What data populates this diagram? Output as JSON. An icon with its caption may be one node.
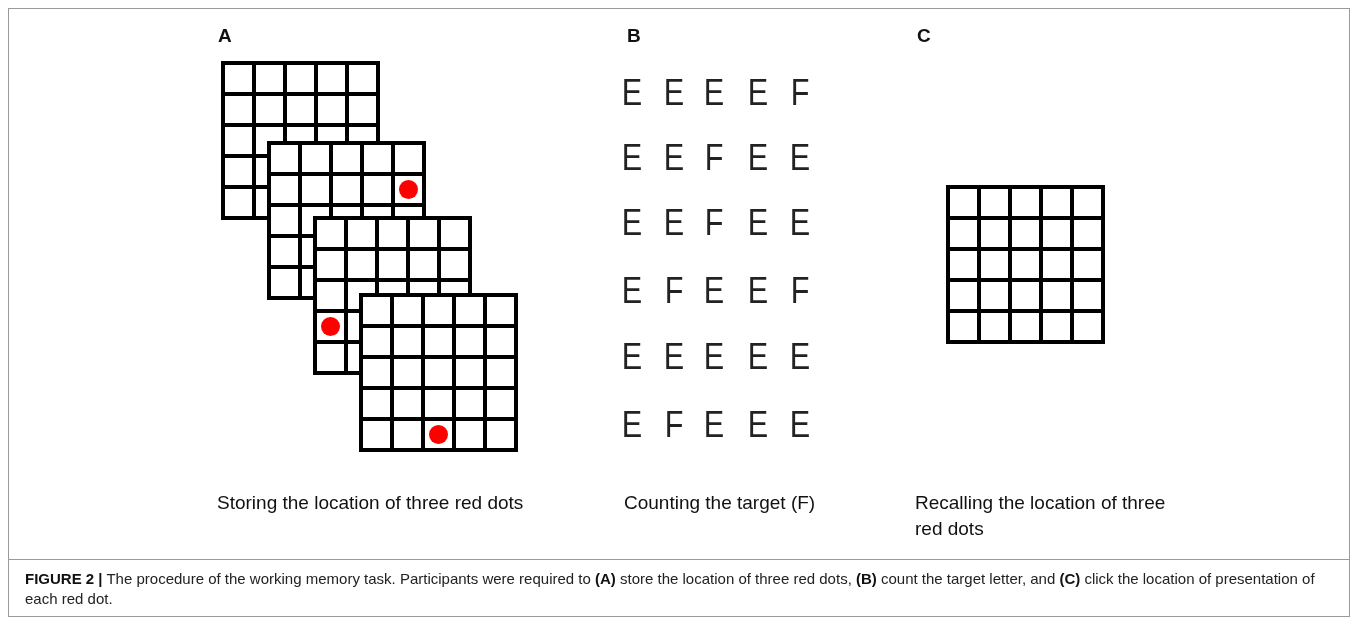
{
  "diagram": {
    "caption": "**FIGURE 2 |** The procedure of the working memory task. Participants were required to **(A)** store the location of three red dots, **(B)** count the target letter, and **(C)** click the location of presentation of each red dot.",
    "labels": [
      "A",
      "B",
      "C",
      "E",
      "E",
      "E",
      "E",
      "F",
      "E",
      "E",
      "F",
      "E",
      "E",
      "E",
      "E",
      "F",
      "E",
      "E",
      "E",
      "F",
      "E",
      "E",
      "F",
      "E",
      "E",
      "E",
      "E",
      "E",
      "E",
      "F",
      "E",
      "E",
      "E",
      "Storing the location of three red dots",
      "Counting the target (F)",
      "Recalling the location of three red dots"
    ]
  }
}
